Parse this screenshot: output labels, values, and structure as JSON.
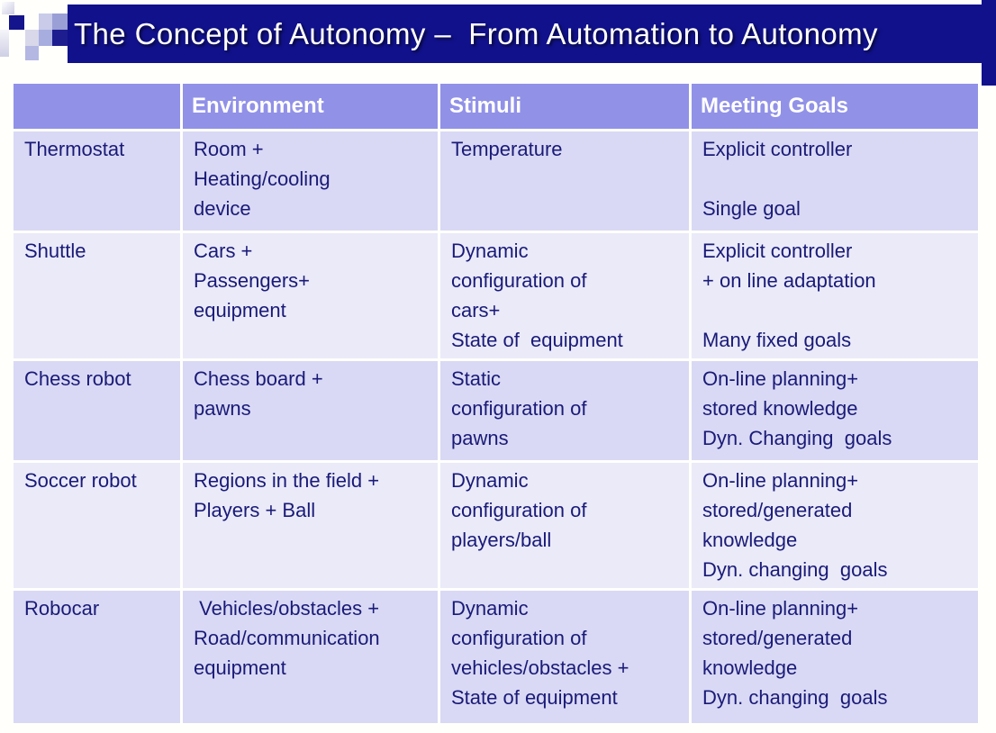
{
  "slide": {
    "title": "The Concept of Autonomy –  From Automation to Autonomy"
  },
  "table": {
    "columns": [
      "",
      "Environment",
      "Stimuli",
      "Meeting Goals"
    ],
    "rows": [
      {
        "label": "Thermostat",
        "environment": "Room +\nHeating/cooling\ndevice",
        "stimuli": "Temperature",
        "goals": "Explicit controller\n\nSingle goal"
      },
      {
        "label": "Shuttle",
        "environment": "Cars +\nPassengers+\nequipment",
        "stimuli": "Dynamic\nconfiguration of\ncars+\nState of  equipment",
        "goals": "Explicit controller\n+ on line adaptation\n\nMany fixed goals"
      },
      {
        "label": "Chess robot",
        "environment": "Chess board +\npawns",
        "stimuli": "Static\nconfiguration of\npawns",
        "goals": "On-line planning+\nstored knowledge\nDyn. Changing  goals"
      },
      {
        "label": "Soccer robot",
        "environment": "Regions in the field +\nPlayers + Ball",
        "stimuli": "Dynamic\nconfiguration of\nplayers/ball",
        "goals": "On-line planning+\nstored/generated\nknowledge\nDyn. changing  goals"
      },
      {
        "label": "Robocar",
        "environment": " Vehicles/obstacles +\nRoad/communication\nequipment",
        "stimuli": "Dynamic\nconfiguration of\nvehicles/obstacles +\nState of equipment",
        "goals": "On-line planning+\nstored/generated\nknowledge\nDyn. changing  goals"
      }
    ]
  },
  "colors": {
    "navy": "#11118c",
    "header_bg": "#9191e8",
    "row_odd": "#d9d9f5",
    "row_even": "#eaeaf9",
    "cell_text": "#1a1a78",
    "slide_bg": "#fffffc"
  }
}
